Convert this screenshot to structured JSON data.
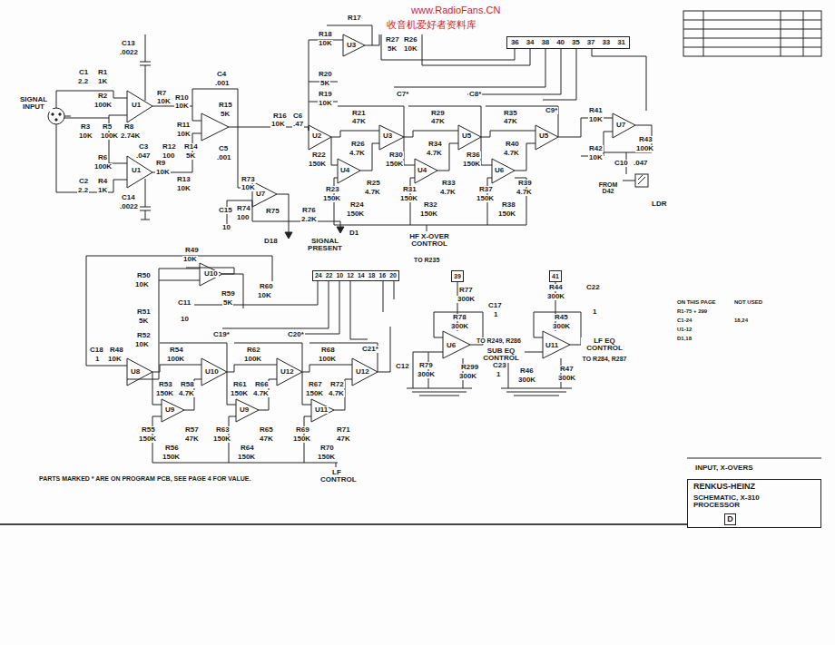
{
  "diagram": {
    "nodes": [
      {
        "text": [
          "36",
          "34",
          "38",
          "40",
          "35",
          "37",
          "33",
          "31"
        ]
      },
      {
        "text": [
          "24",
          "22",
          "10",
          "12",
          "14",
          "18",
          "16",
          "20"
        ]
      },
      {
        "text": [
          "39"
        ]
      },
      {
        "text": [
          "41"
        ]
      },
      {
        "text": [
          "RENKUS-HEINZ",
          "SCHEMATIC, X-310 PROCESSOR"
        ]
      },
      {
        "text": [
          "D"
        ],
        "in": 4
      }
    ],
    "labels": [
      "www.RadioFans.CN",
      "收音机爱好者资料库",
      "C13",
      ".0022",
      "C1",
      "2.2",
      "R1",
      "1K",
      "U1",
      "R7",
      "10K",
      "R2",
      "100K",
      "SIGNAL INPUT",
      "R3",
      "10K",
      "R5",
      "100K",
      "R8",
      "2.74K",
      "C3",
      ".047",
      "R10",
      "10K",
      "R11",
      "10K",
      "R12",
      "100",
      "R14",
      "5K",
      "R9",
      "10K",
      "R13",
      "10K",
      "C4",
      ".001",
      "R15",
      "5K",
      "C5",
      ".001",
      "R6",
      "100K",
      "R4",
      "1K",
      "C2",
      "2.2",
      "U1",
      "C14",
      ".0022",
      "R16",
      "10K",
      "C6",
      ".47",
      "U2",
      "R73",
      "10K",
      "U7",
      "R75",
      "C15",
      "10",
      "R74",
      "100",
      "D18",
      "R76",
      "2.2K",
      "D1",
      "SIGNAL PRESENT",
      "R17",
      "R18",
      "10K",
      "U3",
      "R27",
      "5K",
      "R26",
      "10K",
      "R20",
      "5K",
      "R19",
      "10K",
      "R21",
      "47K",
      "C7*",
      "R29",
      "47K",
      "C8*",
      "R35",
      "47K",
      "C9*",
      "U3",
      "R22",
      "150K",
      "R26",
      "4.7K",
      "R30",
      "150K",
      "R34",
      "4.7K",
      "U5",
      "R36",
      "150K",
      "R40",
      "4.7K",
      "U5",
      "U4",
      "U4",
      "U6",
      "R23",
      "150K",
      "R25",
      "4.7K",
      "R24",
      "150K",
      "R31",
      "150K",
      "R33",
      "4.7K",
      "R32",
      "150K",
      "R37",
      "150K",
      "R39",
      "4.7K",
      "R38",
      "150K",
      "HF X-OVER CONTROL",
      "TO R235",
      "R41",
      "10K",
      "U7",
      "R43",
      "100K",
      "R42",
      "10K",
      "C10",
      ".047",
      "FROM D42",
      "LDR",
      "R49",
      "10K",
      "U10",
      "R50",
      "10K",
      "R60",
      "10K",
      "R59",
      "5K",
      "R51",
      "5K",
      "C11",
      "10",
      "R52",
      "10K",
      "C18",
      "1",
      "R48",
      "10K",
      "R54",
      "100K",
      "C19*",
      "R62",
      "100K",
      "C20*",
      "R68",
      "100K",
      "C21*",
      "U8",
      "U10",
      "U12",
      "U12",
      "R53",
      "150K",
      "R58",
      "4.7K",
      "R61",
      "150K",
      "R66",
      "4.7K",
      "R67",
      "150K",
      "R72",
      "4.7K",
      "U9",
      "U9",
      "U11",
      "R55",
      "150K",
      "R57",
      "47K",
      "R56",
      "150K",
      "R63",
      "150K",
      "R65",
      "47K",
      "R64",
      "150K",
      "R69",
      "150K",
      "R71",
      "47K",
      "R70",
      "150K",
      "LF CONTROL",
      "PARTS MARKED * ARE ON PROGRAM PCB, SEE PAGE 4 FOR VALUE.",
      "R77",
      "300K",
      "C17",
      "1",
      "R78",
      "300K",
      "U6",
      "TO R249, R286",
      "SUB EQ CONTROL",
      "C12",
      "R79",
      "300K",
      "R299",
      "300K",
      "R44",
      "300K",
      "C22",
      "1",
      "R45",
      "300K",
      "U11",
      "LF EQ CONTROL",
      "TO R284, R287",
      "C23",
      "1",
      "R46",
      "300K",
      "R47",
      "300K",
      "INPUT, X-OVERS",
      "ON THIS PAGE",
      "NOT USED",
      "R1-75 + 299",
      "C1-24",
      "18,24",
      "U1-12",
      "D1,18"
    ]
  }
}
